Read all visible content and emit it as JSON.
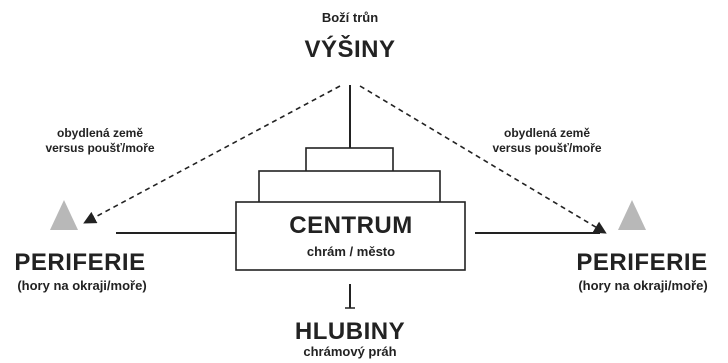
{
  "top": {
    "subtitle": "Boží trůn",
    "title": "VÝŠINY"
  },
  "left_arrow_label": {
    "line1": "obydlená země",
    "line2": "versus poušť/moře"
  },
  "right_arrow_label": {
    "line1": "obydlená země",
    "line2": "versus poušť/moře"
  },
  "left_periphery": {
    "title": "PERIFERIE",
    "subtitle": "(hory na okraji/moře)"
  },
  "right_periphery": {
    "title": "PERIFERIE",
    "subtitle": "(hory na okraji/moře)"
  },
  "center": {
    "title": "CENTRUM",
    "subtitle": "chrám / město"
  },
  "bottom": {
    "title": "HLUBINY",
    "subtitle": "chrámový práh"
  },
  "colors": {
    "line": "#222222",
    "mountain": "#b8b8b8",
    "text": "#222222"
  }
}
